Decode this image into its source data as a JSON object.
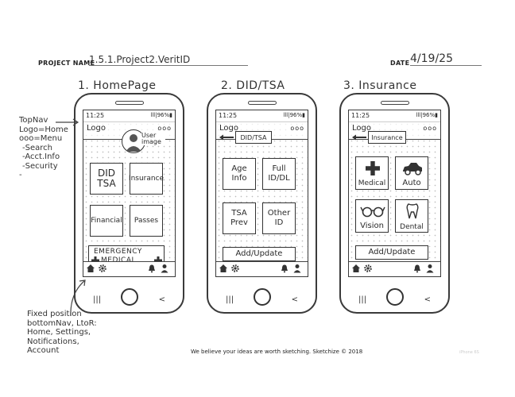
{
  "header": {
    "project_label": "PROJECT NAME",
    "project_value": "1.5.1.Project2.VeritID",
    "date_label": "DATE",
    "date_value": "4/19/25"
  },
  "screens": [
    {
      "title": "1. HomePage",
      "time": "11:25",
      "signal": "lll|96%▮",
      "logo": "Logo",
      "menu_dots": "ooo",
      "user_image": "User image",
      "tiles": [
        "DID TSA",
        "Insurance",
        "Financial",
        "Passes"
      ],
      "emergency_line1": "EMERGENCY",
      "emergency_line2": "MEDICAL"
    },
    {
      "title": "2. DID/TSA",
      "time": "11:25",
      "signal": "lll|96%▮",
      "logo": "Logo",
      "menu_dots": "ooo",
      "page_label": "DID/TSA",
      "tiles": [
        "Age Info",
        "Full ID/DL",
        "TSA Prev",
        "Other ID"
      ],
      "action": "Add/Update"
    },
    {
      "title": "3. Insurance",
      "time": "11:25",
      "signal": "lll|96%▮",
      "logo": "Logo",
      "menu_dots": "ooo",
      "page_label": "Insurance",
      "tiles": [
        "Medical",
        "Auto",
        "Vision",
        "Dental"
      ],
      "action": "Add/Update"
    }
  ],
  "annotations": {
    "topnav": [
      "TopNav",
      "Logo=Home",
      "ooo=Menu",
      "-Search",
      "-Acct.Info",
      "-Security",
      "-"
    ],
    "bottomnav": [
      "Fixed position",
      "bottomNav, LtoR:",
      "Home, Settings,",
      "Notifications,",
      "Account"
    ]
  },
  "footer": "We believe your ideas are worth sketching. Sketchize © 2018",
  "watermark": "iPhone 6S",
  "icons": [
    "home-icon",
    "settings-gear-icon",
    "notification-bell-icon",
    "account-icon",
    "back-arrow-icon",
    "medical-cross-icon",
    "car-icon",
    "glasses-icon",
    "tooth-icon"
  ]
}
